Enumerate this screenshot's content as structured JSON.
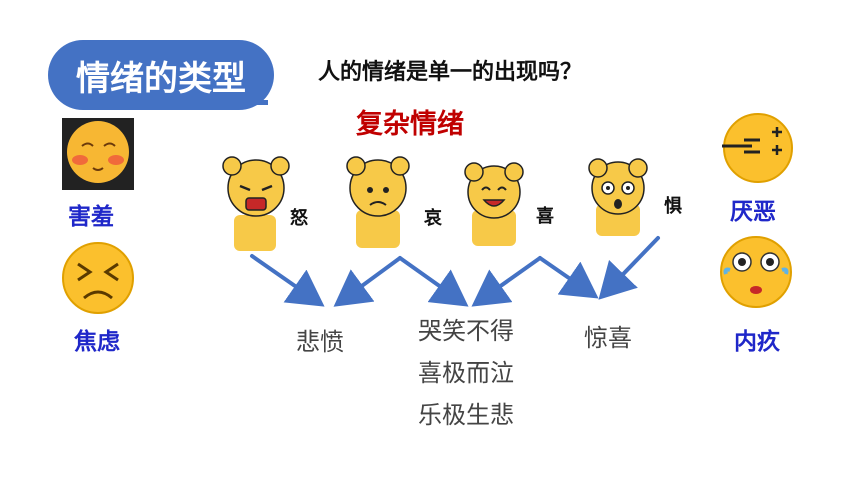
{
  "title": "情绪的类型",
  "question": "人的情绪是单一的出现吗？",
  "subtitle": "复杂情绪",
  "left": [
    {
      "label": "害羞",
      "icon": "blushing-face-icon"
    },
    {
      "label": "焦虑",
      "icon": "anxious-face-icon"
    }
  ],
  "right": [
    {
      "label": "厌恶",
      "icon": "disgusted-face-icon"
    },
    {
      "label": "内疚",
      "icon": "guilty-face-icon"
    }
  ],
  "basic": [
    {
      "label": "怒",
      "icon": "angry-girl-icon"
    },
    {
      "label": "哀",
      "icon": "sad-girl-icon"
    },
    {
      "label": "喜",
      "icon": "happy-girl-icon"
    },
    {
      "label": "惧",
      "icon": "scared-girl-icon"
    }
  ],
  "mixed": {
    "a": "悲愤",
    "b": [
      "哭笑不得",
      "喜极而泣",
      "乐极生悲"
    ],
    "c": "惊喜"
  },
  "colors": {
    "accent": "#4472c4",
    "arrow": "#4472c4",
    "highlight": "#c00000",
    "side_label": "#1f27c9"
  }
}
